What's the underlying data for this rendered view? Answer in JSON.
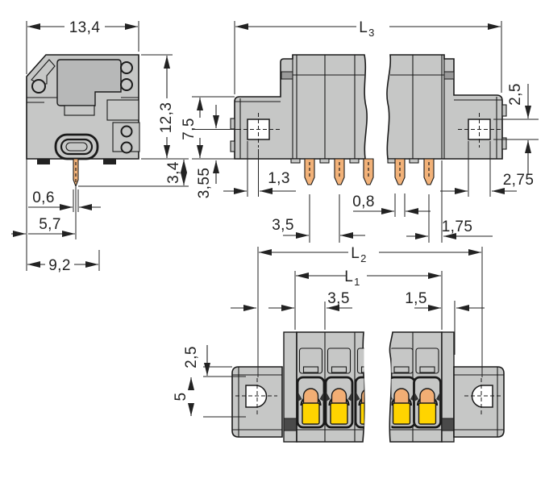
{
  "colors": {
    "background": "#ffffff",
    "body": "#c6c7c6",
    "body_dark": "#b7b8b8",
    "band_dark": "#9a9a9a",
    "outline": "#1a1a1a",
    "dim": "#222222",
    "hole": "#ffffff",
    "pin": "#f2b279",
    "actuator_orange": "#f2ae74",
    "actuator_yellow": "#ffd400"
  },
  "side_view": {
    "width": "13,4",
    "height": "12,3",
    "pin_length": "3,4",
    "pin_width": "0,6",
    "pin_offset": "5,7",
    "base_width": "9,2"
  },
  "front_view": {
    "total_length_main": "L",
    "total_length_sub": "3",
    "flange_hole_height": "2,5",
    "flange_height": "7,5",
    "hole_center_to_bottom": "3,55",
    "hole_center_offset": "1,3",
    "pole_pitch": "3,5",
    "pin_width": "0,8",
    "end_offset": "1,75",
    "hole_width": "2,75"
  },
  "bottom_view": {
    "hole_span_main": "L",
    "hole_span_sub": "2",
    "pole_span_main": "L",
    "pole_span_sub": "1",
    "pole_pitch": "3,5",
    "end_gap": "1,5",
    "top_to_hole": "2,5",
    "hole_height": "5"
  }
}
